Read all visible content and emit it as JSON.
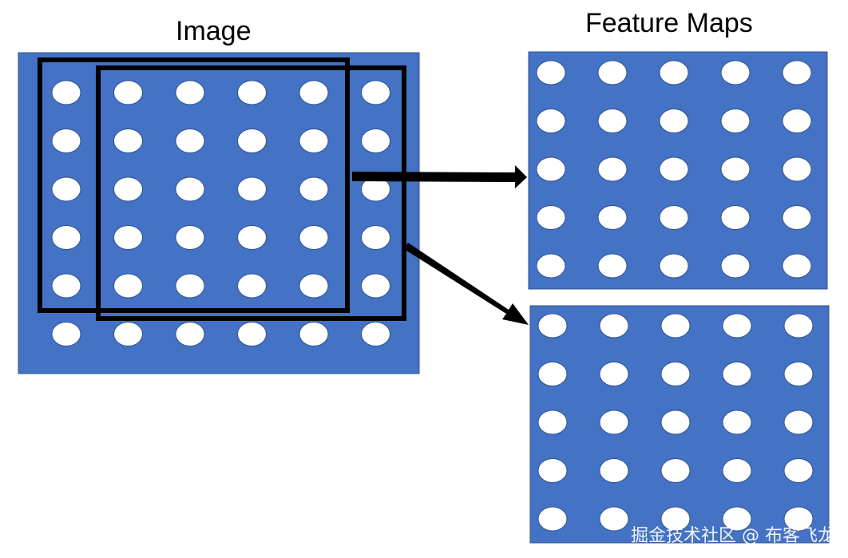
{
  "labels": {
    "image": "Image",
    "feature_maps": "Feature Maps"
  },
  "watermark": "掘金技术社区 @ 布客飞龙",
  "colors": {
    "panel_fill": "#4472c4",
    "panel_stroke": "#2f528f",
    "dot_fill": "#ffffff",
    "window_stroke": "#000000",
    "arrow_fill": "#000000"
  },
  "image_grid": {
    "rows": 6,
    "cols": 6
  },
  "feature_grid": {
    "rows": 5,
    "cols": 5
  },
  "feature_map_count": 2,
  "window_count": 2
}
